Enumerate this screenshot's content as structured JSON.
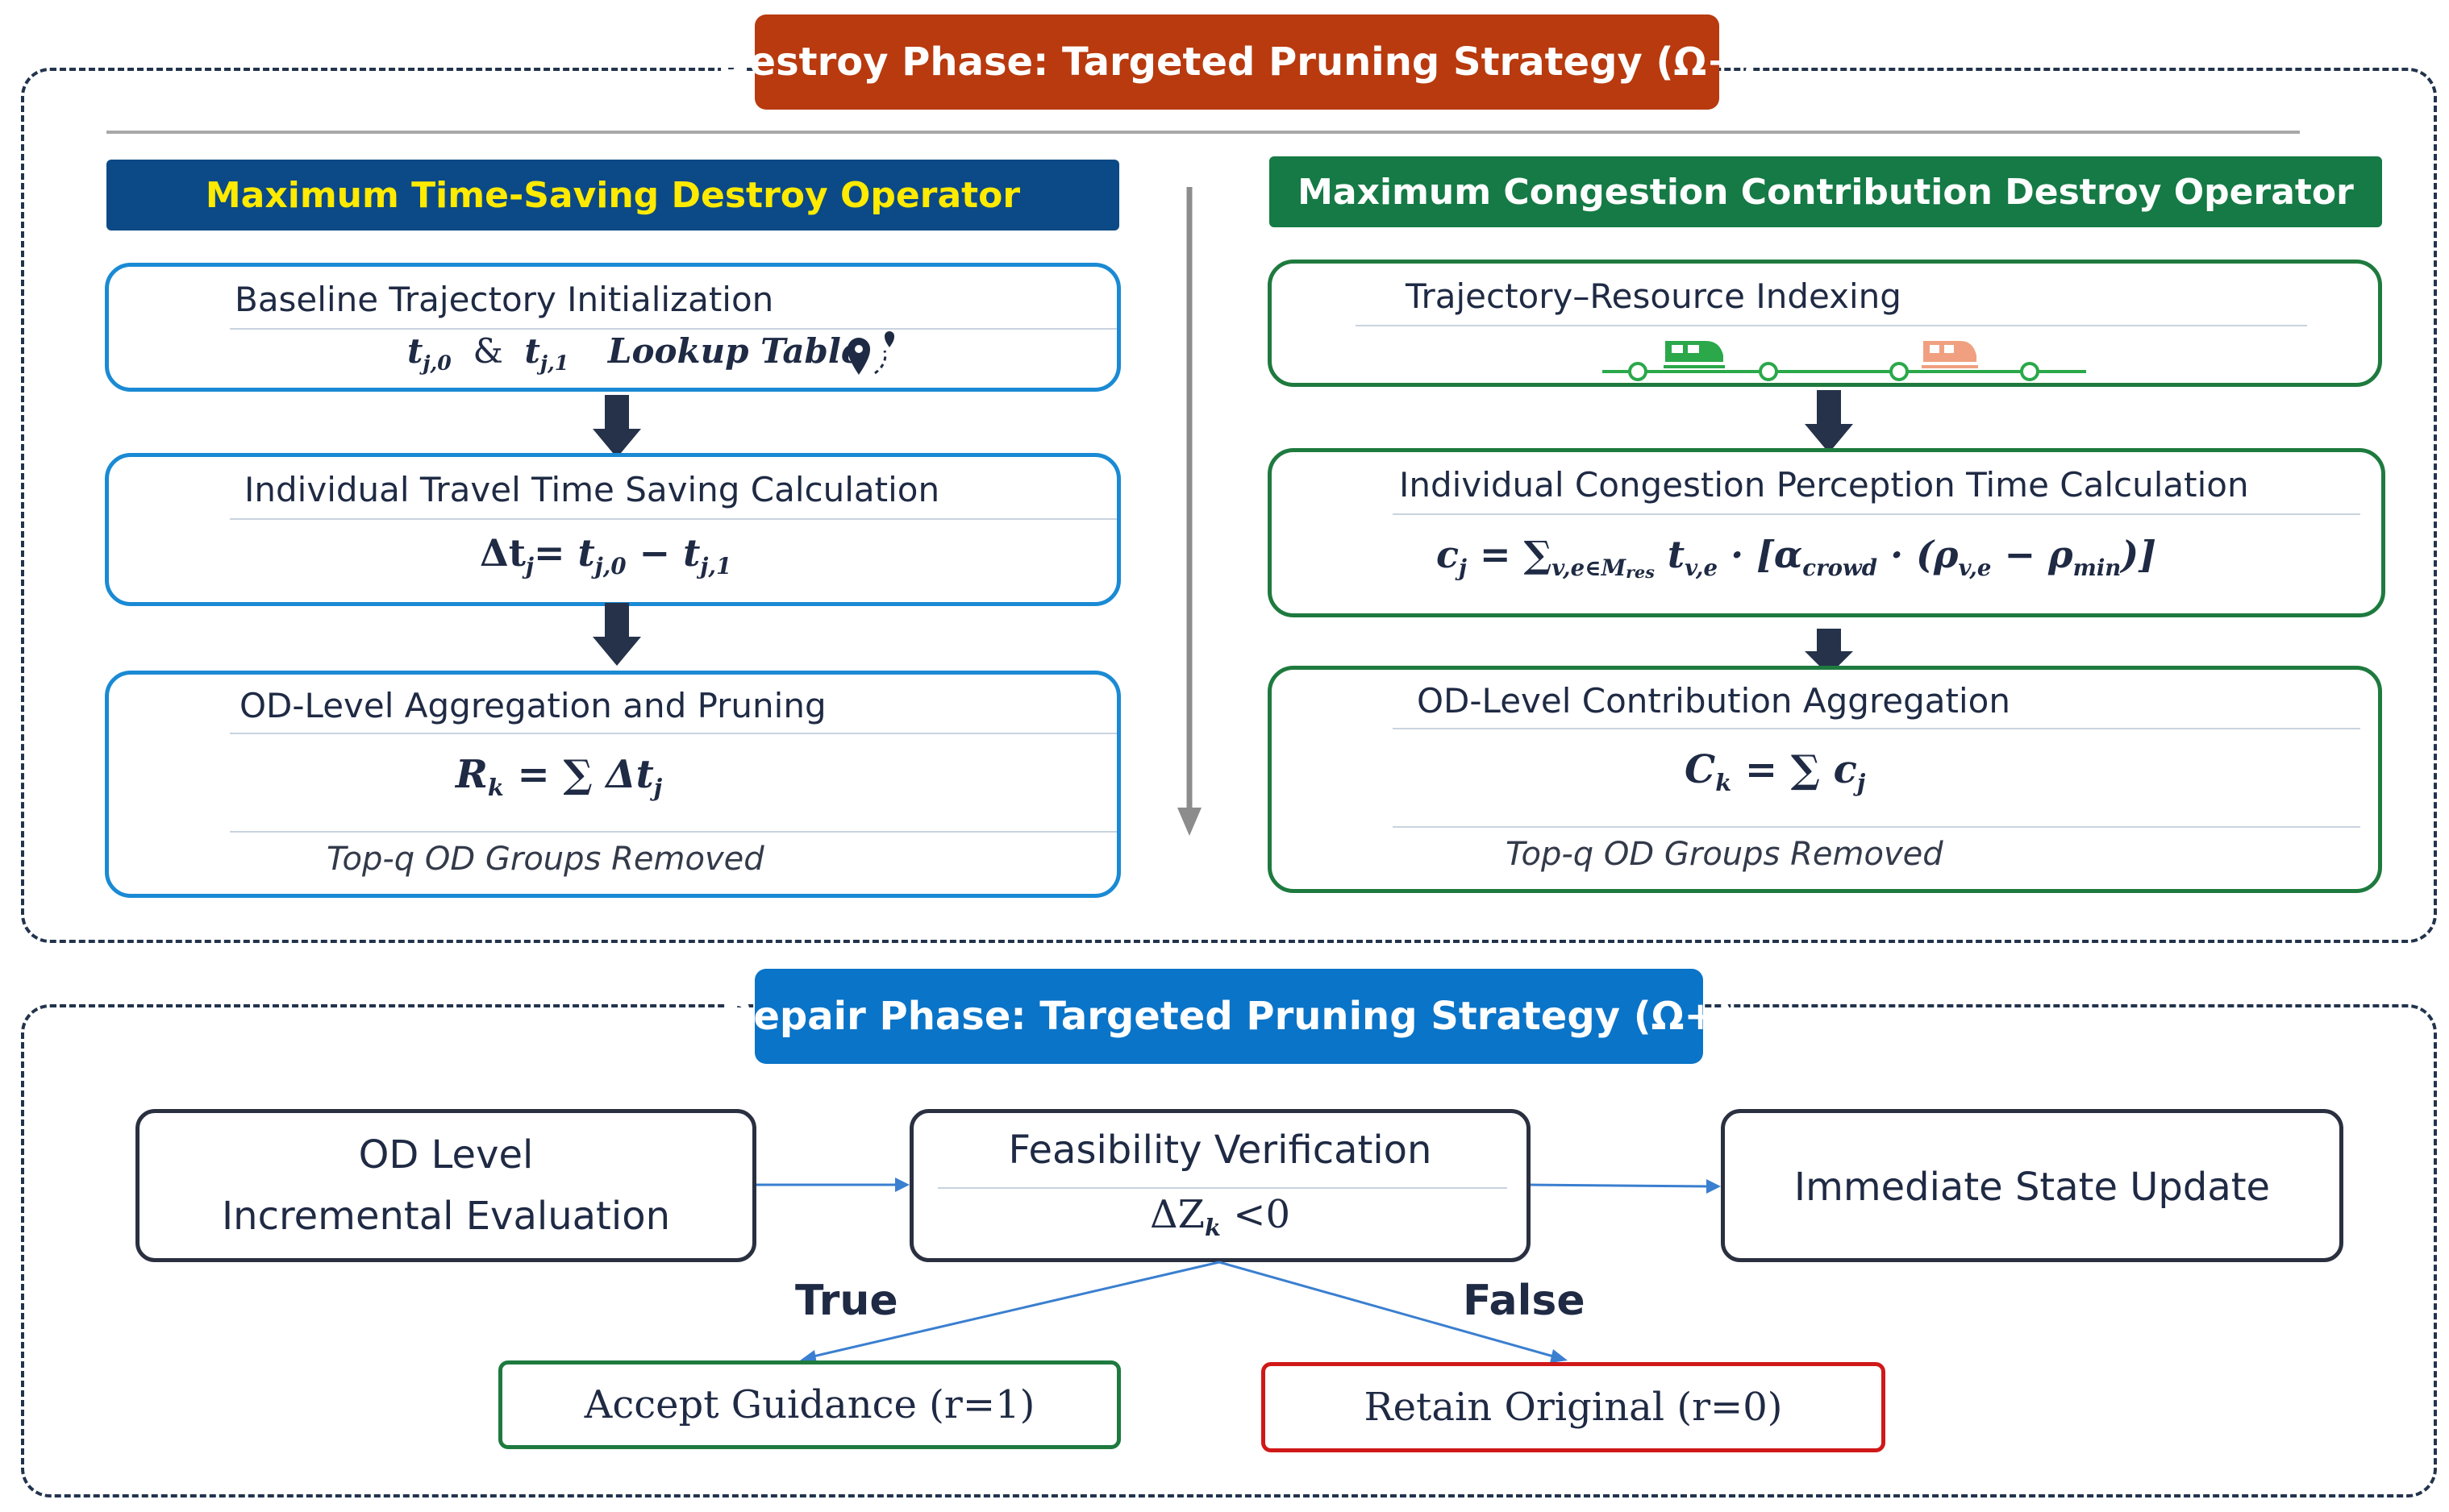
{
  "destroy": {
    "title": "Destroy Phase: Targeted Pruning Strategy (Ω−)",
    "left": {
      "header": "Maximum Time-Saving Destroy Operator",
      "step1": {
        "title": "Baseline Trajectory Initialization",
        "t0": "t",
        "t0_sub": "j,0",
        "amp": "&",
        "t1": "t",
        "t1_sub": "j,1",
        "lookup": "Lookup Table"
      },
      "step2": {
        "title": "Individual Travel Time Saving Calculation",
        "formula_lhs": "Δt",
        "lhs_sub": "j",
        "eq": "= t",
        "a_sub": "j,0",
        "minus": " −  t",
        "b_sub": "j,1"
      },
      "step3": {
        "title": "OD-Level  Aggregation and  Pruning",
        "formula_lhs": "R",
        "lhs_sub": "k",
        "formula_rhs": " = ∑ Δt",
        "rhs_sub": "j",
        "note": "Top-q OD Groups Removed"
      }
    },
    "right": {
      "header": "Maximum Congestion Contribution Destroy Operator",
      "step1": {
        "title": "Trajectory–Resource Indexing"
      },
      "step2": {
        "title": "Individual Congestion Perception Time Calculation",
        "c": "c",
        "c_sub": "j",
        "eq": " = ∑",
        "sum_sub": "v,e∈M",
        "sum_subsub": "res",
        "t": " t",
        "t_sub": "v,e",
        "rest1": " · [α",
        "alpha_sub": "crowd",
        "rest2": " · (ρ",
        "rho_sub": "v,e",
        "rest3": " − ρ",
        "rhomin_sub": "min",
        "rest4": ")]"
      },
      "step3": {
        "title": "OD-Level  Contribution Aggregation",
        "formula_lhs": "C",
        "lhs_sub": "k",
        "formula_rhs": " = ∑ c",
        "rhs_sub": "j",
        "note": "Top-q OD Groups Removed"
      }
    }
  },
  "repair": {
    "title": "Repair Phase: Targeted Pruning Strategy (Ω+)",
    "od_eval": {
      "line1": "OD Level",
      "line2": "Incremental Evaluation"
    },
    "feasibility": {
      "title": "Feasibility Verification",
      "formula": "ΔZ",
      "formula_sub": "k",
      "formula_tail": " <0"
    },
    "update": {
      "label": "Immediate State Update"
    },
    "true_label": "True",
    "false_label": "False",
    "accept": {
      "label": "Accept Guidance (r=1)"
    },
    "retain": {
      "label": "Retain Original (r=0)"
    }
  },
  "colors": {
    "destroy_title_bg": "#b83a0e",
    "repair_title_bg": "#0a74c8",
    "left_header_bg": "#0b4a86",
    "left_header_text": "#ffea00",
    "right_header_bg": "#157a45",
    "accept_border": "#1e7a3e",
    "retain_border": "#d01818",
    "train_green": "#2aa84a",
    "train_orange": "#f0a080"
  }
}
